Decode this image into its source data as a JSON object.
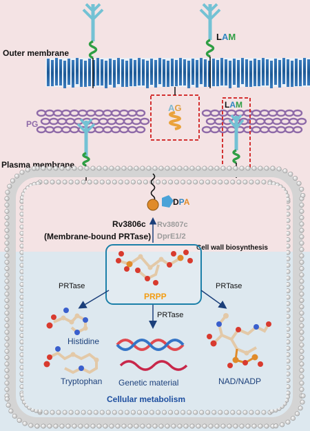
{
  "labels": {
    "outer_membrane": "Outer membrane",
    "pg": "PG",
    "plasma_membrane": "Plasma membrane",
    "lam_top": [
      "L",
      "A",
      "M"
    ],
    "ag": [
      "A",
      "G"
    ],
    "lam_mid": [
      "L",
      "A",
      "M"
    ],
    "dpa": [
      "D",
      "P",
      "A"
    ],
    "rv3806c": "Rv3806c",
    "membrane_bound": "(Membrane-bound PRTase)",
    "rv3807c": "Rv3807c",
    "dpre": "DprE1/2",
    "cell_wall_biosynthesis": "Cell wall biosynthesis",
    "prpp": "PRPP",
    "prtase_left": "PRTase",
    "prtase_center": "PRTase",
    "prtase_right": "PRTase",
    "histidine": "Histidine",
    "tryptophan": "Tryptophan",
    "genetic_material": "Genetic material",
    "nad_nadp": "NAD/NADP",
    "cellular_metabolism": "Cellular metabolism"
  },
  "colors": {
    "top_bg": "#f4e3e4",
    "bottom_bg": "#dde8ef",
    "membrane_blue": "#1e5a96",
    "pg_purple": "#8e6aa8",
    "lam_teal": "#73c2d4",
    "helix_green": "#2f9e44",
    "ag_orange": "#eaa23c",
    "ag_text": "#7fb8cf",
    "lam_green": "#2f9e44",
    "lam_blue": "#2e86c1",
    "box_red": "#d32f2f",
    "navy": "#1b3f7a",
    "prpp_text": "#f39c12",
    "grey_text": "#9b9b9b",
    "dna_red": "#e0494f",
    "dna_blue": "#3474c6",
    "metab_blue": "#1e4fa0"
  }
}
